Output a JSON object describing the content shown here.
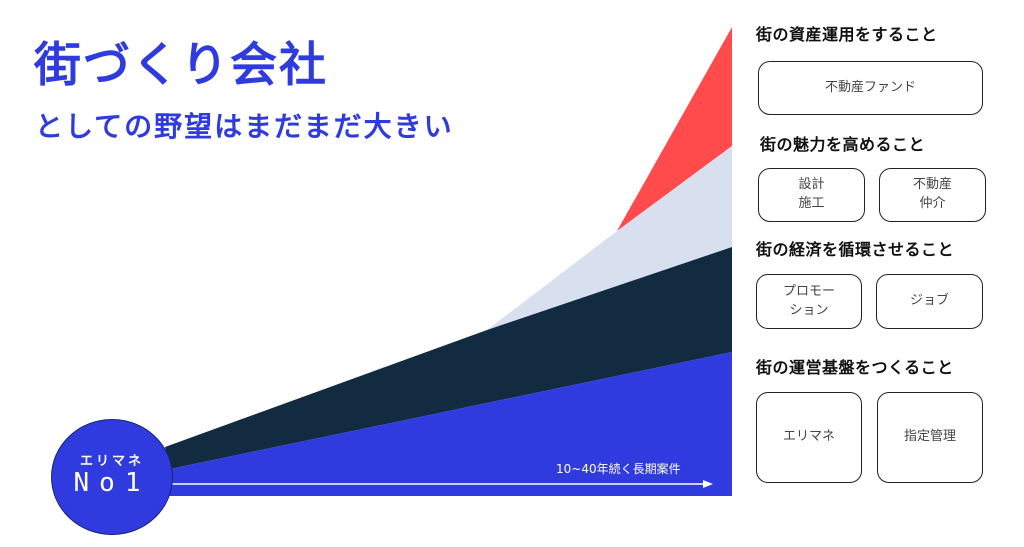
{
  "title": {
    "main": "街づくり会社",
    "sub": "としての野望はまだまだ大きい"
  },
  "badge": {
    "label": "エリマネ",
    "rank": "No1"
  },
  "arrow": {
    "label": "10~40年続く長期案件"
  },
  "colors": {
    "title_blue": "#2f3bdf",
    "layer_blue": "#2f3bdf",
    "layer_navy": "#122b40",
    "layer_lightblue": "#d8e0f0",
    "layer_red": "#ff4b4b"
  },
  "sections": [
    {
      "title": "街の資産運用をすること",
      "boxes": [
        "不動産ファンド"
      ]
    },
    {
      "title": "街の魅力を高めること",
      "boxes": [
        "設計\n施工",
        "不動産\n仲介"
      ]
    },
    {
      "title": "街の経済を循環させること",
      "boxes": [
        "プロモー\nション",
        "ジョブ"
      ]
    },
    {
      "title": "街の運営基盤をつくること",
      "boxes": [
        "エリマネ",
        "指定管理"
      ]
    }
  ],
  "chart_data": {
    "type": "area",
    "title": "街づくり会社としての野望はまだまだ大きい",
    "xlabel": "10~40年続く長期案件",
    "ylabel": "",
    "layers_bottom_to_top": [
      {
        "name": "街の運営基盤をつくること",
        "color": "#2f3bdf",
        "start_x": 0.0,
        "end_value": 0.3
      },
      {
        "name": "街の経済を循環させること",
        "color": "#122b40",
        "start_x": 0.0,
        "end_value": 0.22
      },
      {
        "name": "街の魅力を高めること",
        "color": "#d8e0f0",
        "start_x": 0.56,
        "end_value": 0.22
      },
      {
        "name": "街の資産運用をすること",
        "color": "#ff4b4b",
        "start_x": 0.81,
        "end_value": 0.25
      }
    ],
    "grid": false,
    "legend": "right-side labeled boxes"
  }
}
